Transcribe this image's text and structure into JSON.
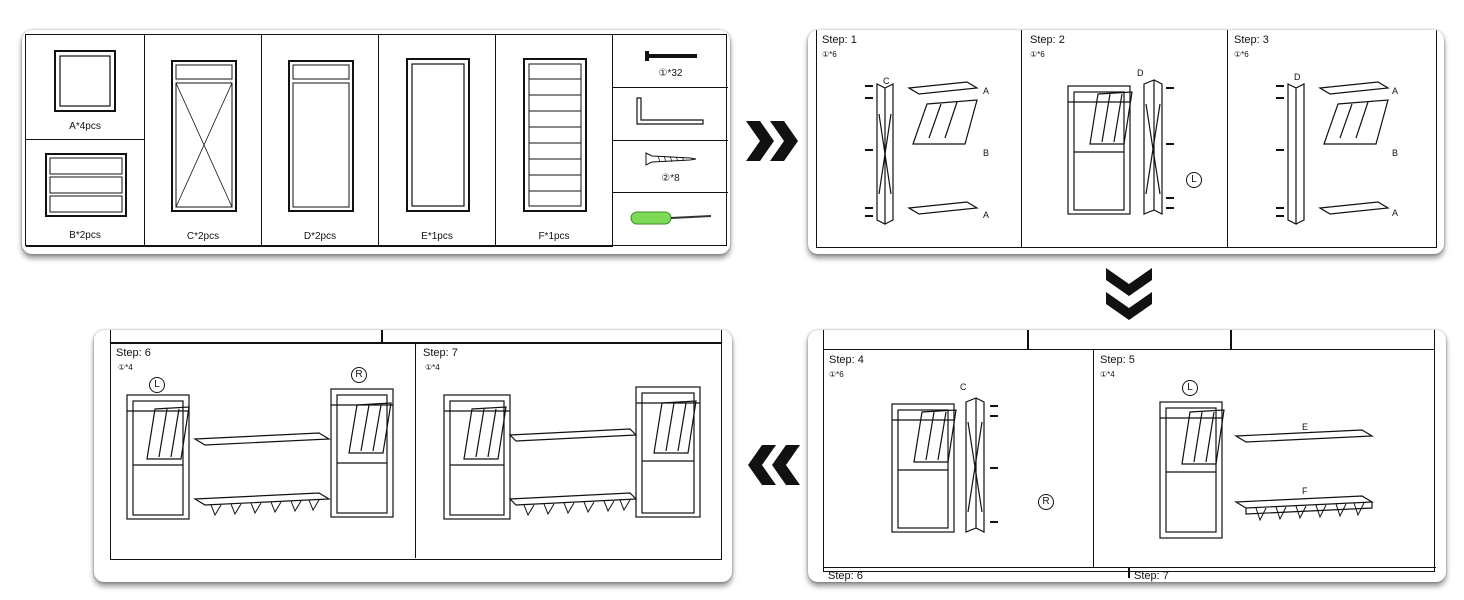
{
  "parts": {
    "A": "A*4pcs",
    "B": "B*2pcs",
    "C": "C*2pcs",
    "D": "D*2pcs",
    "E": "E*1pcs",
    "F": "F*1pcs",
    "screw1": "①*32",
    "screw2": "②*8"
  },
  "steps": {
    "s1": {
      "title": "Step: 1",
      "qty": "①*6"
    },
    "s2": {
      "title": "Step: 2",
      "qty": "①*6"
    },
    "s3": {
      "title": "Step: 3",
      "qty": "①*6"
    },
    "s4": {
      "title": "Step: 4",
      "qty": "①*6"
    },
    "s5": {
      "title": "Step: 5",
      "qty": "①*4"
    },
    "s6": {
      "title": "Step: 6",
      "qty": "①*4"
    },
    "s7": {
      "title": "Step: 7",
      "qty": "①*4"
    },
    "s6_peek": "Step: 6",
    "s7_peek": "Step: 7"
  },
  "tags": {
    "A": "A",
    "B": "B",
    "C": "C",
    "D": "D",
    "E": "E",
    "F": "F",
    "L": "L",
    "R": "R"
  },
  "colors": {
    "line": "#111111",
    "screwdriver": "#7ed957"
  }
}
